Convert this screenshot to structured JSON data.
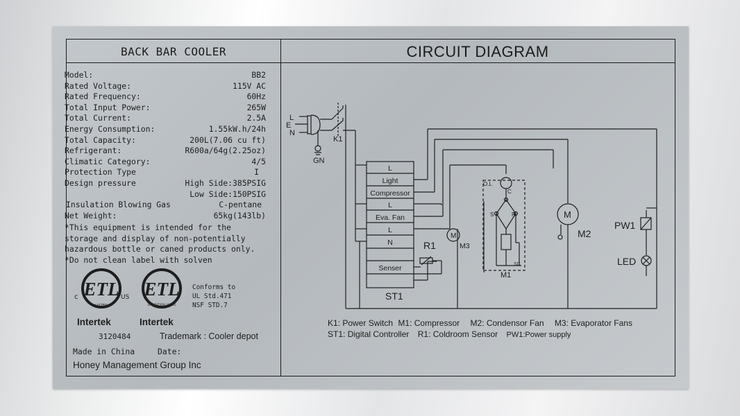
{
  "label": {
    "left_title": "BACK BAR COOLER",
    "right_title": "CIRCUIT DIAGRAM",
    "specs": [
      {
        "label": "Model:",
        "value": "BB2"
      },
      {
        "label": "Rated Voltage:",
        "value": "115V AC"
      },
      {
        "label": "Rated Frequency:",
        "value": "60Hz"
      },
      {
        "label": "Total Input Power:",
        "value": "265W"
      },
      {
        "label": "Total Current:",
        "value": "2.5A"
      },
      {
        "label": "Energy Consumption:",
        "value": "1.55kW.h/24h"
      },
      {
        "label": "Total Capacity:",
        "value": "200L(7.06 cu ft)"
      },
      {
        "label": "Refrigerant:",
        "value": "R600a/64g(2.25oz)"
      },
      {
        "label": "Climatic Category:",
        "value": "4/5"
      },
      {
        "label": "Protection Type",
        "value": "I"
      },
      {
        "label": "Design pressure",
        "value": "High Side:385PSIG"
      },
      {
        "label": "",
        "value": "Low Side:150PSIG"
      },
      {
        "label": "Insulation Blowing Gas",
        "value": "C-pentane"
      },
      {
        "label": "Net Weight:",
        "value": "65kg(143lb)"
      }
    ],
    "notes": [
      " *This equipment is intended for the",
      "storage and display of non-potentially",
      "hazardous bottle or caned products only.",
      " *Do not clean label with solven"
    ],
    "cert": {
      "c": "c",
      "us": "US",
      "listed": "LISTED",
      "sanitation": "SANITATION LISTED",
      "conforms": [
        "Conforms to",
        "UL Std.471",
        "NSF STD.7"
      ],
      "intertek": "Intertek",
      "number": "3120484"
    },
    "trademark": "Trademark : Cooler depot",
    "made_in": "Made in China",
    "date": "Date:",
    "company": "Honey Management Group Inc"
  },
  "circuit": {
    "supply": {
      "l": "L",
      "e": "E",
      "n": "N",
      "gn": "GN",
      "k1": "K1"
    },
    "controller_terminals": [
      "L",
      "Light",
      "Compressor",
      "L",
      "Eva. Fan",
      "L",
      "N",
      "",
      "Senser"
    ],
    "st1": "ST1",
    "r1": "R1",
    "m3": "M3",
    "m2": "M2",
    "m1": "M1",
    "motor": "M",
    "compressor_marks": {
      "ol": "O.L",
      "c": "C",
      "s": "S",
      "r": "R",
      "sc": "SC"
    },
    "pw1": "PW1",
    "led": "LED"
  },
  "legend": [
    [
      {
        "code": "K1:",
        "text": "Power Switch"
      },
      {
        "code": "M1:",
        "text": "Compressor"
      },
      {
        "code": "M2:",
        "text": "Condensor Fan"
      },
      {
        "code": "M3:",
        "text": "Evaporator Fans"
      }
    ],
    [
      {
        "code": "ST1:",
        "text": "Digital Controller"
      },
      {
        "code": "R1:",
        "text": "Coldroom Sensor"
      },
      {
        "code": "PW1:",
        "text": "Power supply"
      }
    ]
  ],
  "colors": {
    "plate": "#bcc1c5",
    "ink": "#1c1c1c"
  }
}
